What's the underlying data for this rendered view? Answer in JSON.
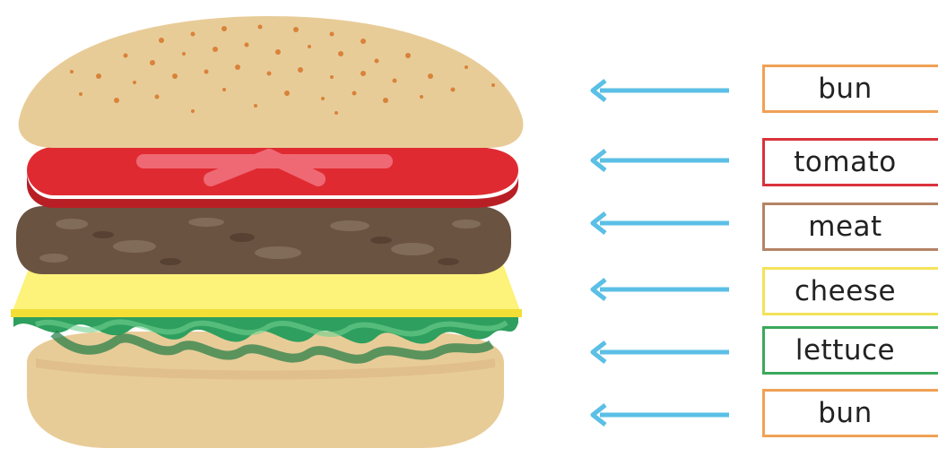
{
  "labels": [
    {
      "text": "bun",
      "color": "#f0a155"
    },
    {
      "text": "tomato",
      "color": "#d9333c"
    },
    {
      "text": "meat",
      "color": "#b48466"
    },
    {
      "text": "cheese",
      "color": "#f4e25a"
    },
    {
      "text": "lettuce",
      "color": "#3aa95b"
    },
    {
      "text": "bun",
      "color": "#f0a155"
    }
  ],
  "arrow_color": "#5bbfe6",
  "colors": {
    "bun": "#e8cc98",
    "sesame": "#d9823a",
    "tomato": "#e02a31",
    "tomato_highlight": "#f0707c",
    "meat": "#6b5342",
    "cheese": "#fdf27a",
    "lettuce": "#2e9f5e"
  }
}
